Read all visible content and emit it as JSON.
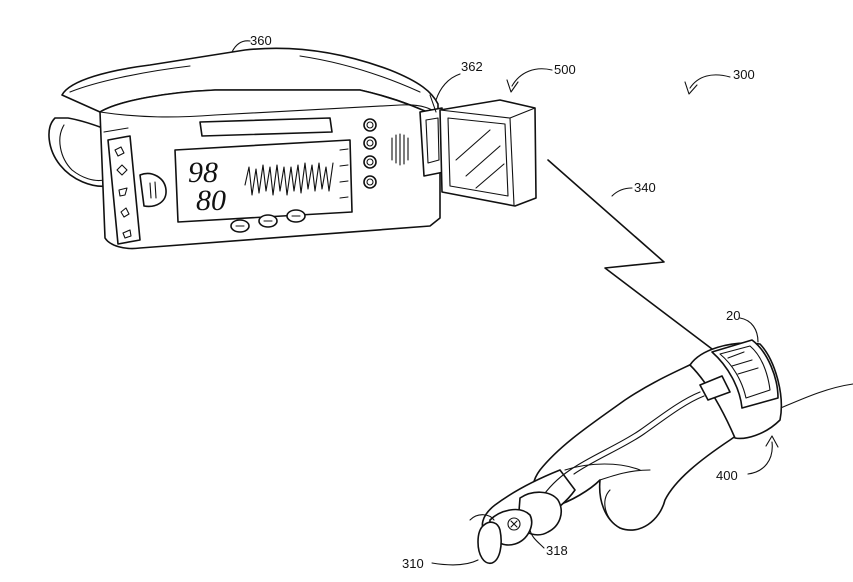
{
  "labels": {
    "monitor": "360",
    "connector": "362",
    "sensor_system": "500",
    "overall_system": "300",
    "wireless_link": "340",
    "wrist_unit": "20",
    "wrist_assembly": "400",
    "finger_sensor": "310",
    "sensor_clip": "318"
  },
  "display": {
    "spo2": "98",
    "pulse": "80"
  },
  "icons": {
    "left_panel": [
      "bell-icon",
      "diamond-icon",
      "cup-icon",
      "pin-icon",
      "flag-icon"
    ],
    "right_buttons": [
      "button-icon",
      "button-icon",
      "button-icon",
      "button-icon"
    ],
    "bottom_buttons": [
      "power-icon",
      "alarm-icon",
      "silence-icon"
    ]
  }
}
